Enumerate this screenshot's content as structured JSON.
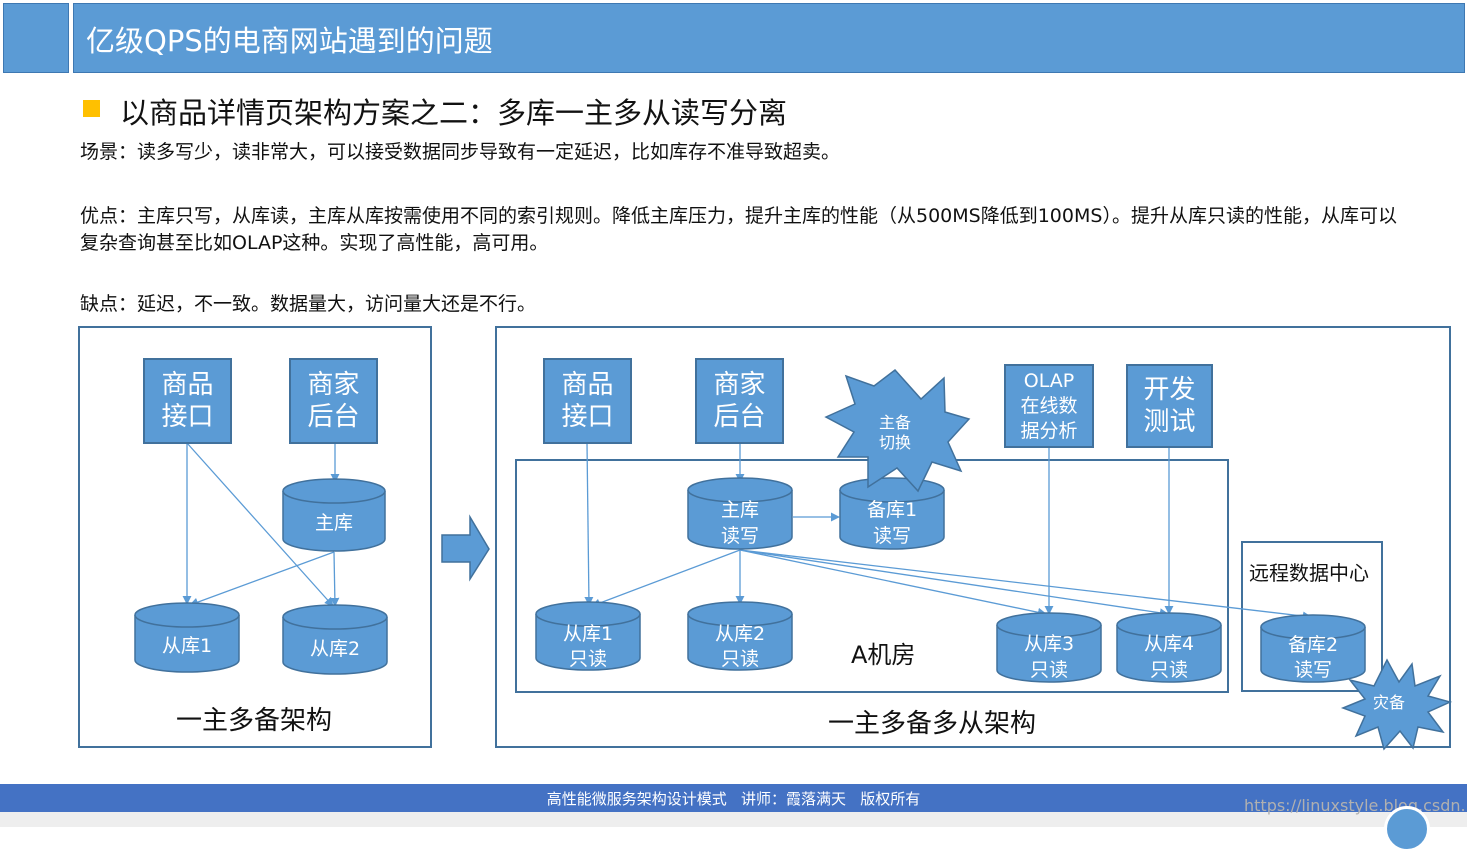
{
  "header": {
    "title": "亿级QPS的电商网站遇到的问题"
  },
  "subtitle": "以商品详情页架构方案之二：多库一主多从读写分离",
  "scenario": "场景：读多写少，读非常大，可以接受数据同步导致有一定延迟，比如库存不准导致超卖。",
  "pros": "优点：主库只写，从库读，主库从库按需使用不同的索引规则。降低主库压力，提升主库的性能（从500MS降低到100MS）。提升从库只读的性能，从库可以复杂查询甚至比如OLAP这种。实现了高性能，高可用。",
  "cons": "缺点：延迟，不一致。数据量大，访问量大还是不行。",
  "left_diagram": {
    "product_api": "商品\n接口",
    "merchant_backend": "商家\n后台",
    "master_db": "主库",
    "slave1": "从库1",
    "slave2": "从库2",
    "caption": "一主多备架构"
  },
  "right_diagram": {
    "product_api": "商品\n接口",
    "merchant_backend": "商家\n后台",
    "failover_star": "主备\n切换",
    "olap": "OLAP\n在线数\n据分析",
    "dev_test": "开发\n测试",
    "master_db": "主库\n读写",
    "backup1": "备库1\n读写",
    "slave1": "从库1\n只读",
    "slave2": "从库2\n只读",
    "slave3": "从库3\n只读",
    "slave4": "从库4\n只读",
    "room_label": "A机房",
    "remote_label": "远程数据中心",
    "backup2": "备库2\n读写",
    "disaster_star": "灾备",
    "caption": "一主多备多从架构"
  },
  "footer": {
    "text": "高性能微服务架构设计模式   讲师：霞落满天   版权所有"
  },
  "watermark": "https://linuxstyle.blog.csdn.net",
  "colors": {
    "header": "#5b9bd5",
    "shape_fill": "#5b9bd5",
    "shape_border": "#41719c",
    "bullet": "#ffc000",
    "footer": "#4472c4"
  }
}
